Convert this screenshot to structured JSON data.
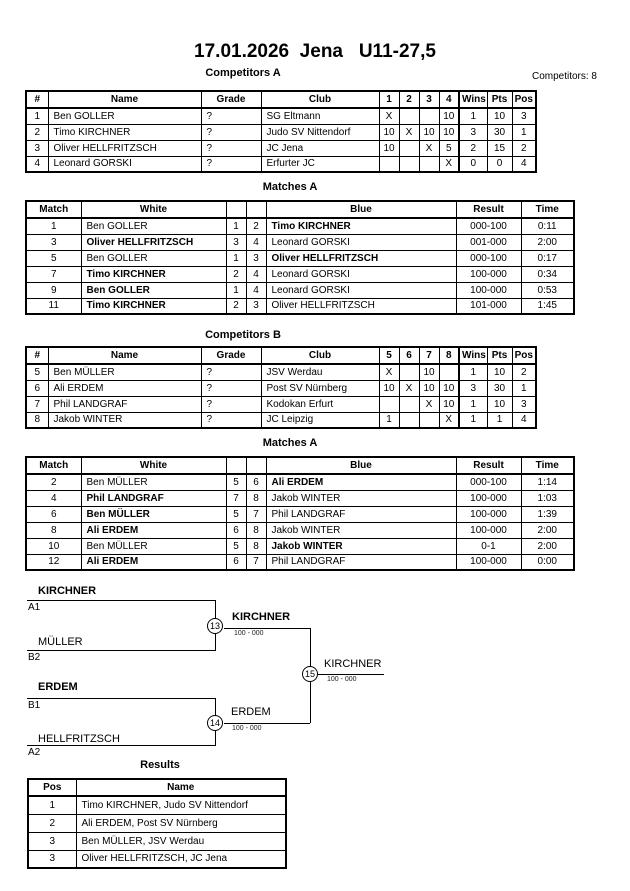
{
  "page": {
    "title": "17.01.2026  Jena   U11-27,5",
    "competitors_count": "Competitors: 8"
  },
  "competitors_a": {
    "title": "Competitors A",
    "headers": {
      "num": "#",
      "name": "Name",
      "grade": "Grade",
      "club": "Club",
      "c1": "1",
      "c2": "2",
      "c3": "3",
      "c4": "4",
      "wins": "Wins",
      "pts": "Pts",
      "pos": "Pos"
    },
    "rows": [
      {
        "num": "1",
        "name": "Ben GOLLER",
        "grade": "?",
        "club": "SG Eltmann",
        "c1": "X",
        "c2": "",
        "c3": "",
        "c4": "10",
        "wins": "1",
        "pts": "10",
        "pos": "3"
      },
      {
        "num": "2",
        "name": "Timo KIRCHNER",
        "grade": "?",
        "club": "Judo SV Nittendorf",
        "c1": "10",
        "c2": "X",
        "c3": "10",
        "c4": "10",
        "wins": "3",
        "pts": "30",
        "pos": "1"
      },
      {
        "num": "3",
        "name": "Oliver HELLFRITZSCH",
        "grade": "?",
        "club": "JC Jena",
        "c1": "10",
        "c2": "",
        "c3": "X",
        "c4": "5",
        "wins": "2",
        "pts": "15",
        "pos": "2"
      },
      {
        "num": "4",
        "name": "Leonard GORSKI",
        "grade": "?",
        "club": "Erfurter JC",
        "c1": "",
        "c2": "",
        "c3": "",
        "c4": "X",
        "wins": "0",
        "pts": "0",
        "pos": "4"
      }
    ]
  },
  "matches_a": {
    "title": "Matches A",
    "headers": {
      "match": "Match",
      "white": "White",
      "n1": "",
      "n2": "",
      "blue": "Blue",
      "result": "Result",
      "time": "Time"
    },
    "rows": [
      {
        "match": "1",
        "white": "Ben GOLLER",
        "white_bold": false,
        "wn": "1",
        "bn": "2",
        "blue": "Timo KIRCHNER",
        "blue_bold": true,
        "result": "000-100",
        "time": "0:11"
      },
      {
        "match": "3",
        "white": "Oliver HELLFRITZSCH",
        "white_bold": true,
        "wn": "3",
        "bn": "4",
        "blue": "Leonard GORSKI",
        "blue_bold": false,
        "result": "001-000",
        "time": "2:00"
      },
      {
        "match": "5",
        "white": "Ben GOLLER",
        "white_bold": false,
        "wn": "1",
        "bn": "3",
        "blue": "Oliver HELLFRITZSCH",
        "blue_bold": true,
        "result": "000-100",
        "time": "0:17"
      },
      {
        "match": "7",
        "white": "Timo KIRCHNER",
        "white_bold": true,
        "wn": "2",
        "bn": "4",
        "blue": "Leonard GORSKI",
        "blue_bold": false,
        "result": "100-000",
        "time": "0:34"
      },
      {
        "match": "9",
        "white": "Ben GOLLER",
        "white_bold": true,
        "wn": "1",
        "bn": "4",
        "blue": "Leonard GORSKI",
        "blue_bold": false,
        "result": "100-000",
        "time": "0:53"
      },
      {
        "match": "11",
        "white": "Timo KIRCHNER",
        "white_bold": true,
        "wn": "2",
        "bn": "3",
        "blue": "Oliver HELLFRITZSCH",
        "blue_bold": false,
        "result": "101-000",
        "time": "1:45"
      }
    ]
  },
  "competitors_b": {
    "title": "Competitors B",
    "headers": {
      "num": "#",
      "name": "Name",
      "grade": "Grade",
      "club": "Club",
      "c1": "5",
      "c2": "6",
      "c3": "7",
      "c4": "8",
      "wins": "Wins",
      "pts": "Pts",
      "pos": "Pos"
    },
    "rows": [
      {
        "num": "5",
        "name": "Ben MÜLLER",
        "grade": "?",
        "club": "JSV Werdau",
        "c1": "X",
        "c2": "",
        "c3": "10",
        "c4": "",
        "wins": "1",
        "pts": "10",
        "pos": "2"
      },
      {
        "num": "6",
        "name": "Ali ERDEM",
        "grade": "?",
        "club": "Post SV Nürnberg",
        "c1": "10",
        "c2": "X",
        "c3": "10",
        "c4": "10",
        "wins": "3",
        "pts": "30",
        "pos": "1"
      },
      {
        "num": "7",
        "name": "Phil LANDGRAF",
        "grade": "?",
        "club": "Kodokan Erfurt",
        "c1": "",
        "c2": "",
        "c3": "X",
        "c4": "10",
        "wins": "1",
        "pts": "10",
        "pos": "3"
      },
      {
        "num": "8",
        "name": "Jakob WINTER",
        "grade": "?",
        "club": "JC Leipzig",
        "c1": "1",
        "c2": "",
        "c3": "",
        "c4": "X",
        "wins": "1",
        "pts": "1",
        "pos": "4"
      }
    ]
  },
  "matches_b": {
    "title": "Matches A",
    "headers": {
      "match": "Match",
      "white": "White",
      "n1": "",
      "n2": "",
      "blue": "Blue",
      "result": "Result",
      "time": "Time"
    },
    "rows": [
      {
        "match": "2",
        "white": "Ben MÜLLER",
        "white_bold": false,
        "wn": "5",
        "bn": "6",
        "blue": "Ali ERDEM",
        "blue_bold": true,
        "result": "000-100",
        "time": "1:14"
      },
      {
        "match": "4",
        "white": "Phil LANDGRAF",
        "white_bold": true,
        "wn": "7",
        "bn": "8",
        "blue": "Jakob WINTER",
        "blue_bold": false,
        "result": "100-000",
        "time": "1:03"
      },
      {
        "match": "6",
        "white": "Ben MÜLLER",
        "white_bold": true,
        "wn": "5",
        "bn": "7",
        "blue": "Phil LANDGRAF",
        "blue_bold": false,
        "result": "100-000",
        "time": "1:39"
      },
      {
        "match": "8",
        "white": "Ali ERDEM",
        "white_bold": true,
        "wn": "6",
        "bn": "8",
        "blue": "Jakob WINTER",
        "blue_bold": false,
        "result": "100-000",
        "time": "2:00"
      },
      {
        "match": "10",
        "white": "Ben MÜLLER",
        "white_bold": false,
        "wn": "5",
        "bn": "8",
        "blue": "Jakob WINTER",
        "blue_bold": true,
        "result": "0-1",
        "time": "2:00"
      },
      {
        "match": "12",
        "white": "Ali ERDEM",
        "white_bold": true,
        "wn": "6",
        "bn": "7",
        "blue": "Phil LANDGRAF",
        "blue_bold": false,
        "result": "100-000",
        "time": "0:00"
      }
    ]
  },
  "bracket": {
    "slot_a1": {
      "name": "KIRCHNER",
      "seed": "A1",
      "bold": true
    },
    "slot_b2": {
      "name": "MÜLLER",
      "seed": "B2",
      "bold": false
    },
    "slot_b1": {
      "name": "ERDEM",
      "seed": "B1",
      "bold": true
    },
    "slot_a2": {
      "name": "HELLFRITZSCH",
      "seed": "A2",
      "bold": false
    },
    "match13": {
      "number": "13",
      "winner": "KIRCHNER",
      "winner_bold": true,
      "score": "100 - 000"
    },
    "match14": {
      "number": "14",
      "winner": "ERDEM",
      "winner_bold": false,
      "score": "100 - 000"
    },
    "match15": {
      "number": "15",
      "winner": "KIRCHNER",
      "winner_bold": false,
      "score": "100 - 000"
    }
  },
  "results": {
    "title": "Results",
    "headers": {
      "pos": "Pos",
      "name": "Name"
    },
    "rows": [
      {
        "pos": "1",
        "name": "Timo KIRCHNER, Judo SV Nittendorf"
      },
      {
        "pos": "2",
        "name": "Ali ERDEM, Post SV Nürnberg"
      },
      {
        "pos": "3",
        "name": "Ben MÜLLER, JSV Werdau"
      },
      {
        "pos": "3",
        "name": "Oliver HELLFRITZSCH, JC Jena"
      }
    ]
  }
}
